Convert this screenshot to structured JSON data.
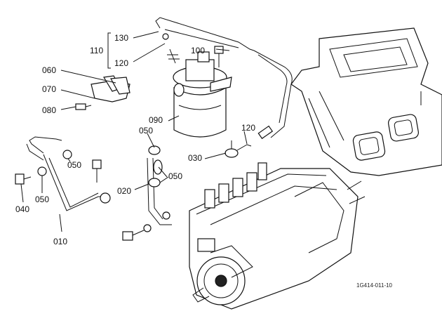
{
  "labels": {
    "l130": "130",
    "l110": "110",
    "l120a": "120",
    "l100": "100",
    "l060": "060",
    "l070": "070",
    "l080": "080",
    "l090": "090",
    "l050a": "050",
    "l120b": "120",
    "l030": "030",
    "l050b": "050",
    "l050c": "050",
    "l020": "020",
    "l050d": "050",
    "l040": "040",
    "l010": "010"
  },
  "figure_code": "1G414-011-10"
}
